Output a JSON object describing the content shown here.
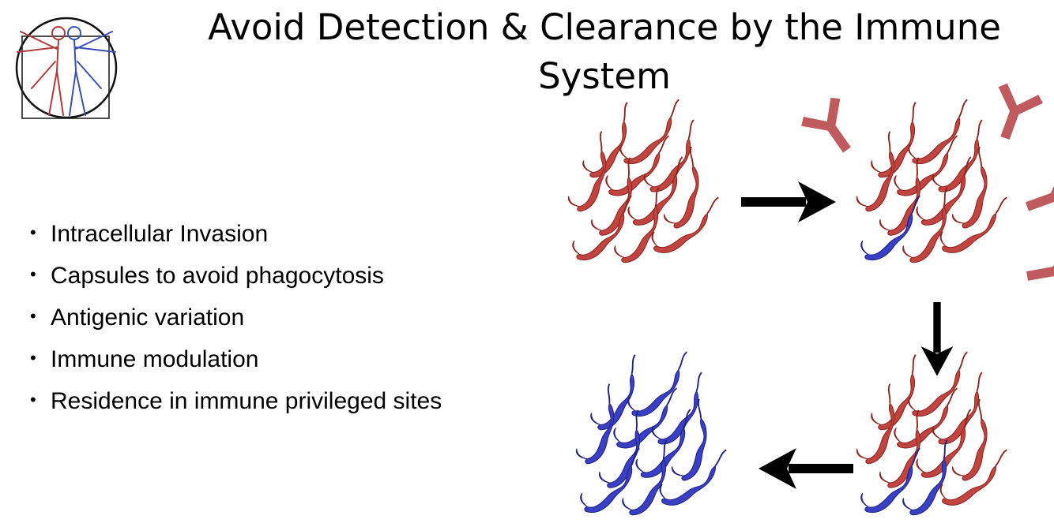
{
  "slide": {
    "title": "Avoid Detection & Clearance by the Immune System",
    "bullets": [
      "Intracellular Invasion",
      "Capsules to avoid phagocytosis",
      "Antigenic variation",
      "Immune modulation",
      "Residence in immune privileged sites"
    ]
  },
  "colors": {
    "parasite_red": "#c0443f",
    "parasite_red_dark": "#8e2521",
    "parasite_blue": "#3a3fc4",
    "parasite_blue_dark": "#1f2386",
    "antibody": "#bf5a5e",
    "arrow": "#000000"
  },
  "icons": [
    "vitruvian-man-logo-icon",
    "trypanosome-icon",
    "antibody-icon",
    "arrow-icon"
  ]
}
